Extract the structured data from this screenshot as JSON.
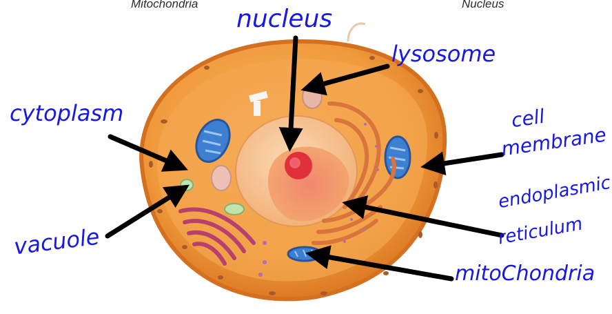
{
  "captions": {
    "left": "Mitochondria",
    "right": "Nucleus"
  },
  "labels": {
    "nucleus": "nucleus",
    "lysosome": "lysosome",
    "cytoplasm": "cytoplasm",
    "cell_membrane": [
      "cell",
      "membrane"
    ],
    "endoplasmic_reticulum": [
      "endoplasmic",
      "reticulum"
    ],
    "vacuole": "vacuole",
    "mitochondria": "mitoChondria"
  },
  "colors": {
    "label_ink": "#1717e6",
    "arrow": "#000000",
    "cell_membrane": "#e88a2c",
    "cytoplasm": "#f2a24c",
    "nucleus": "#f6c79a",
    "nucleolus": "#e0303a",
    "mitochondria": "#3d7fd0",
    "golgi": "#b8406e",
    "lysosome": "#e6b6a6",
    "endoplasmic_reticulum": "#d8743c"
  }
}
